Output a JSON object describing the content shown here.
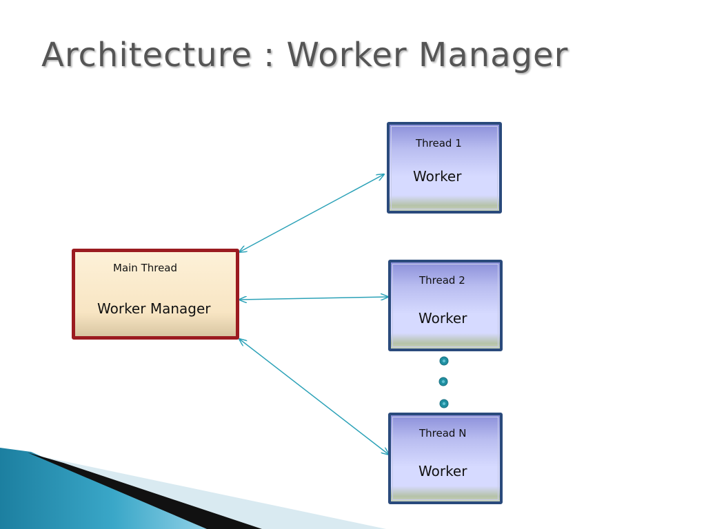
{
  "title": "Architecture : Worker Manager",
  "manager": {
    "thread_label": "Main Thread",
    "name": "Worker Manager"
  },
  "workers": [
    {
      "thread_label": "Thread 1",
      "name": "Worker"
    },
    {
      "thread_label": "Thread 2",
      "name": "Worker"
    },
    {
      "thread_label": "Thread N",
      "name": "Worker"
    }
  ],
  "ellipsis_dots": 3,
  "colors": {
    "title": "#555555",
    "manager_border": "#9b1b20",
    "manager_fill": "#fdf1d8",
    "worker_border": "#2a4a7c",
    "worker_fill": "#d6daff",
    "arrow": "#2aa1b7",
    "dot": "#1f8fa0",
    "corner_teal": "#2b93b3"
  }
}
